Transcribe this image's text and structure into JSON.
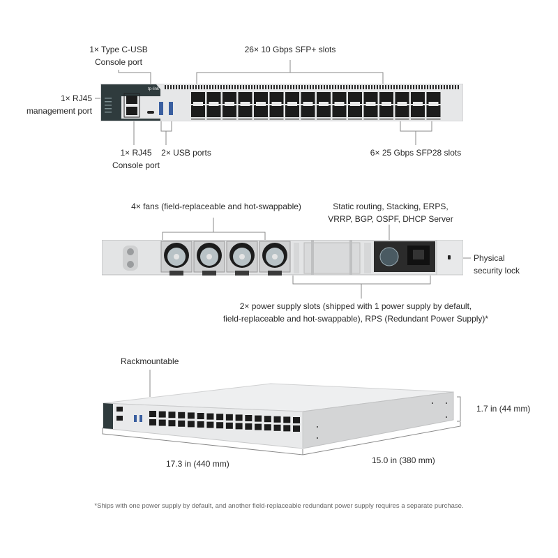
{
  "front_panel": {
    "brand": "tp-link",
    "labels": {
      "type_c_console": [
        "1× Type C-USB",
        "Console port"
      ],
      "sfp_plus": "26× 10 Gbps SFP+ slots",
      "rj45_mgmt": [
        "1× RJ45",
        "management port"
      ],
      "rj45_console": [
        "1× RJ45",
        "Console port"
      ],
      "usb": "2× USB ports",
      "sfp28": "6× 25 Gbps SFP28 slots"
    },
    "sfp_columns": 16
  },
  "rear_panel": {
    "labels": {
      "fans": "4× fans (field-replaceable and hot-swappable)",
      "features": [
        "Static routing, Stacking, ERPS,",
        "VRRP, BGP, OSPF, DHCP Server"
      ],
      "security_lock": [
        "Physical",
        "security lock"
      ],
      "power": [
        "2× power supply slots (shipped with 1 power supply by default,",
        "field-replaceable and hot-swappable), RPS (Redundant Power Supply)*"
      ]
    },
    "fan_count": 4
  },
  "perspective_view": {
    "labels": {
      "rackmountable": "Rackmountable",
      "height": "1.7 in (44 mm)",
      "width": "17.3 in (440 mm)",
      "depth": "15.0  in (380 mm)"
    }
  },
  "footnote": "*Ships with one power supply by default, and another field-replaceable redundant power supply requires a separate purchase.",
  "colors": {
    "chassis": "#e6e7e8",
    "chassis_dark": "#2f3b3d",
    "port": "#1c1c1c",
    "usb": "#3a5fa0",
    "line": "#8a8a8a"
  }
}
